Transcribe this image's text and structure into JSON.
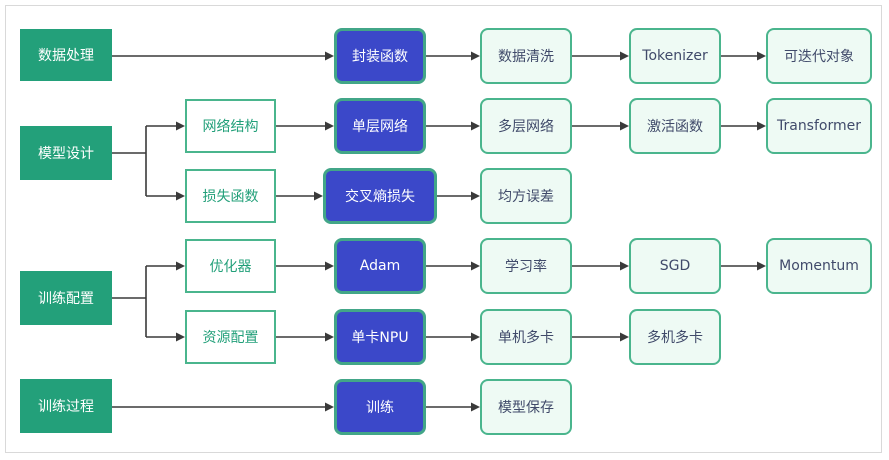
{
  "colors": {
    "category_fill": "#23a07a",
    "key_fill": "#3b48c9",
    "node_border": "#4ab58d",
    "step_fill": "#eefaf4",
    "edge": "#3a3a3a"
  },
  "nodes": {
    "cat_data": "数据处理",
    "cat_model": "模型设计",
    "cat_config": "训练配置",
    "cat_train": "训练过程",
    "net_structure": "网络结构",
    "loss_func": "损失函数",
    "optimizer": "优化器",
    "resource_config": "资源配置",
    "wrap_func": "封装函数",
    "single_layer": "单层网络",
    "cross_entropy": "交叉熵损失",
    "adam": "Adam",
    "single_npu": "单卡NPU",
    "train": "训练",
    "data_clean": "数据清洗",
    "multi_layer": "多层网络",
    "mse": "均方误差",
    "learning_rate": "学习率",
    "single_machine_multi_card": "单机多卡",
    "model_save": "模型保存",
    "tokenizer": "Tokenizer",
    "activation": "激活函数",
    "sgd": "SGD",
    "multi_machine_multi_card": "多机多卡",
    "iterable": "可迭代对象",
    "transformer": "Transformer",
    "momentum": "Momentum"
  }
}
